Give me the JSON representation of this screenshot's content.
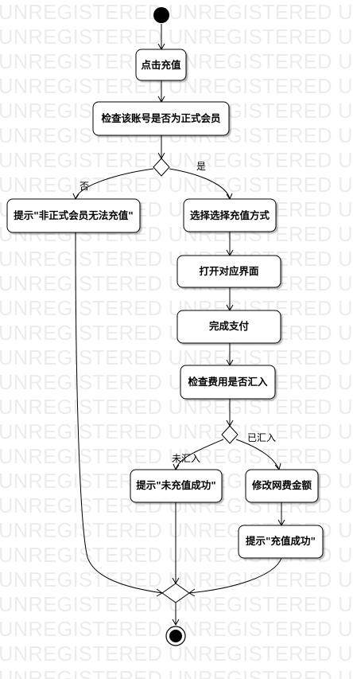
{
  "watermark_text": "UNREGISTERED UNREGISTERED UNREGISTERED",
  "nodes": {
    "click_recharge": "点击充值",
    "check_member": "检查该账号是否为正式会员",
    "prompt_not_member": "提示\"非正式会员无法充值\"",
    "choose_method": "选择选择充值方式",
    "open_ui": "打开对应界面",
    "complete_payment": "完成支付",
    "check_funds": "检查费用是否汇入",
    "prompt_fail": "提示\"未充值成功\"",
    "modify_fee": "修改网费金额",
    "prompt_success": "提示\"充值成功\""
  },
  "edge_labels": {
    "yes": "是",
    "no": "否",
    "received": "已汇入",
    "not_received": "未汇入"
  }
}
